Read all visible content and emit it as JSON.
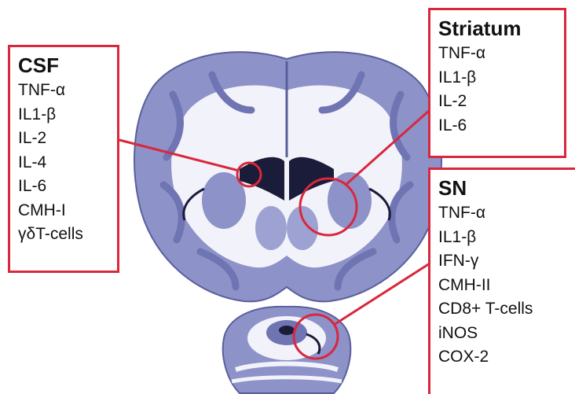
{
  "boxes": {
    "csf": {
      "title": "CSF",
      "items": [
        "TNF-α",
        "IL1-β",
        "IL-2",
        "IL-4",
        "IL-6",
        "CMH-I",
        "γδT-cells"
      ]
    },
    "striatum": {
      "title": "Striatum",
      "items": [
        "TNF-α",
        "IL1-β",
        "IL-2",
        "IL-6"
      ]
    },
    "sn": {
      "title": "SN",
      "items": [
        "TNF-α",
        "IL1-β",
        "IFN-γ",
        "CMH-II",
        "CD8+ T-cells",
        "iNOS",
        "COX-2"
      ]
    }
  },
  "colors": {
    "accent_red": "#d9273c",
    "tissue_blue": "#8d92c8",
    "white_matter": "#f2f2fa",
    "ventricle": "#1b1b3a"
  }
}
